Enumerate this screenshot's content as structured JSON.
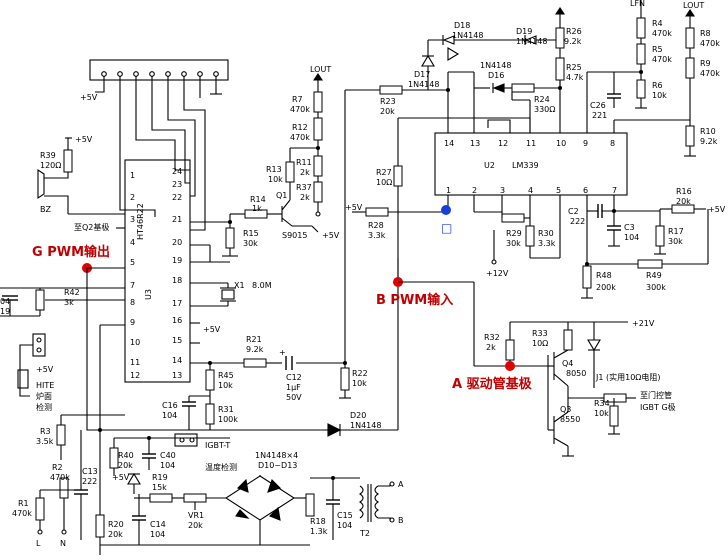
{
  "texts": {
    "l_lout_top": "LOUT",
    "l_lfn": "LFN",
    "l_lout_r": "LOUT",
    "l_5v_conn": "+5V",
    "l_r39": "R39",
    "l_r39v": "120Ω",
    "l_5v_bz": "+5V",
    "l_bz": "BZ",
    "l_to_q2": "至Q2基极",
    "l_ic1": "HT46R22",
    "l_u3": "U3",
    "l_x1": "X1",
    "l_x1v": "8.0M",
    "l_g": "G PWM输出",
    "l_b": "B PWM输入",
    "l_a": "A 驱动管基极",
    "l_c4": "04",
    "l_c4v": "19",
    "l_r42": "R42",
    "l_r42v": "3k",
    "l_5v_hite": "+5V",
    "l_hite": "HITE",
    "l_hite2": "炉面",
    "l_hite3": "检测",
    "l_r3": "R3",
    "l_r3v": "3.5k",
    "l_r2": "R2",
    "l_r2v": "470k",
    "l_c13": "C13",
    "l_c13v": "222",
    "l_r1": "R1",
    "l_r1v": "470k",
    "l_L": "L",
    "l_N": "N",
    "l_r20": "R20",
    "l_r20v": "20k",
    "l_c14": "C14",
    "l_c14v": "104",
    "l_r40": "R40",
    "l_r40v": "20k",
    "l_c40": "C40",
    "l_c40v": "104",
    "l_5v_vr": "+5V",
    "l_r19": "R19",
    "l_r19v": "15k",
    "l_vr1": "VR1",
    "l_vr1v": "20k",
    "l_igbt": "IGBT-T",
    "l_igbt2": "温度检测",
    "l_diodes": "1N4148×4",
    "l_diodes2": "D10~D13",
    "l_r18": "R18",
    "l_r18v": "1.3k",
    "l_c15": "C15",
    "l_c15v": "104",
    "l_t2": "T2",
    "l_ta": "A",
    "l_tb": "B",
    "l_r7": "R7",
    "l_r7v": "470k",
    "l_r12": "R12",
    "l_r12v": "470k",
    "l_r11": "R11",
    "l_r11v": "2k",
    "l_r37": "R37",
    "l_r37v": "2k",
    "l_r13": "R13",
    "l_r13v": "10k",
    "l_r14": "R14",
    "l_r14v": "1k",
    "l_r15": "R15",
    "l_r15v": "30k",
    "l_q1": "Q1",
    "l_q1v": "S9015",
    "l_5v_q1": "+5V",
    "l_5v_u3": "+5V",
    "l_r21": "R21",
    "l_r21v": "9.2k",
    "l_c12": "C12",
    "l_c12v": "1μF",
    "l_c12v2": "50V",
    "l_r45": "R45",
    "l_r45v": "10k",
    "l_c16": "C16",
    "l_c16v": "104",
    "l_r31": "R31",
    "l_r31v": "100k",
    "l_r22": "R22",
    "l_r22v": "10k",
    "l_d20": "D20",
    "l_d20v": "1N4148",
    "l_r23": "R23",
    "l_r23v": "20k",
    "l_d17": "D17",
    "l_d17v": "1N4148",
    "l_d18": "D18",
    "l_d18v": "1N4148",
    "l_d19": "D19",
    "l_d19v": "1N4148",
    "l_d16": "D16",
    "l_d16v": "1N4148",
    "l_r24": "R24",
    "l_r24v": "330Ω",
    "l_r25": "R25",
    "l_r25v": "4.7k",
    "l_r26": "R26",
    "l_r26v": "9.2k",
    "l_r4": "R4",
    "l_r4v": "470k",
    "l_r5": "R5",
    "l_r5v": "470k",
    "l_r6": "R6",
    "l_r6v": "10k",
    "l_c26": "C26",
    "l_c26v": "221",
    "l_r8": "R8",
    "l_r8v": "470k",
    "l_r9": "R9",
    "l_r9v": "470k",
    "l_r10": "R10",
    "l_r10v": "9.2k",
    "l_u2": "U2",
    "l_lm339": "LM339",
    "l_r27": "R27",
    "l_r27v": "10Ω",
    "l_5v_r28": "+5V",
    "l_r28": "R28",
    "l_r28v": "3.3k",
    "l_r29": "R29",
    "l_r29v": "30k",
    "l_r30": "R30",
    "l_r30v": "3.3k",
    "l_12v": "+12V",
    "l_c2": "C2",
    "l_c2v": "222",
    "l_c3": "C3",
    "l_c3v": "104",
    "l_r16": "R16",
    "l_r16v": "20k",
    "l_5v_r16": "+5V",
    "l_r17": "R17",
    "l_r17v": "30k",
    "l_r48": "R48",
    "l_r48v": "200k",
    "l_r49": "R49",
    "l_r49v": "300k",
    "l_21v": "+21V",
    "l_r32": "R32",
    "l_r32v": "2k",
    "l_r33": "R33",
    "l_r33v": "10Ω",
    "l_q4": "Q4",
    "l_q4v": "8050",
    "l_q3": "Q3",
    "l_q3v": "8550",
    "l_j1": "J1 (实用10Ω电阻)",
    "l_r34": "R34",
    "l_r34v": "10k",
    "l_gate": "至门控管",
    "l_gate2": "IGBT G极",
    "l_box": "□"
  }
}
